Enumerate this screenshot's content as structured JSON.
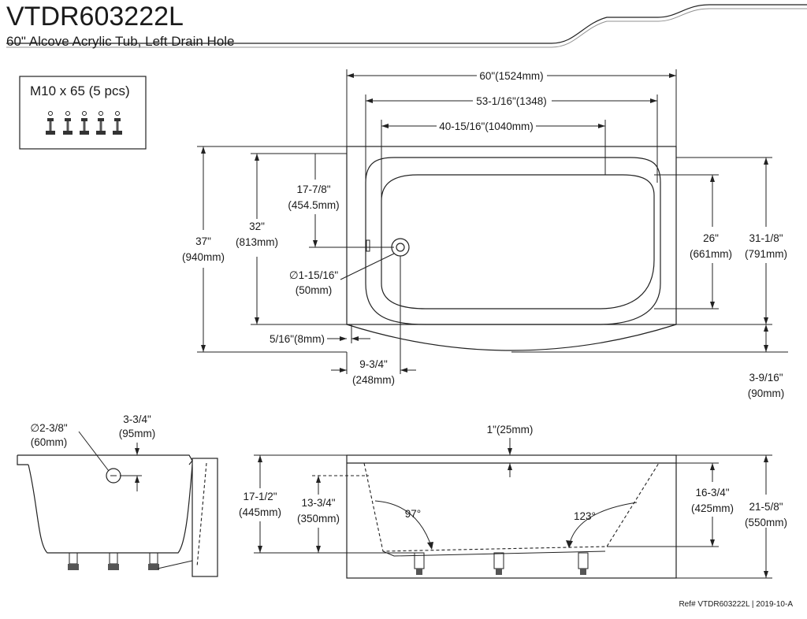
{
  "header": {
    "model": "VTDR603222L",
    "description": "60\" Alcove Acrylic Tub, Left Drain Hole"
  },
  "hardware_box": {
    "label": "M10 x 65 (5 pcs)",
    "count": 5
  },
  "top_view": {
    "overall_length": "60\"(1524mm)",
    "rim_length": "53-1/16\"(1348)",
    "basin_length": "40-15/16\"(1040mm)",
    "drain_offset": [
      "17-7/8\"",
      "(454.5mm)"
    ],
    "overall_width": [
      "37\"",
      "(940mm)"
    ],
    "rim_width": [
      "32\"",
      "(813mm)"
    ],
    "drain_diameter": [
      "∅1-15/16\"",
      "(50mm)"
    ],
    "flange": "5/16\"(8mm)",
    "drain_to_wall": [
      "9-3/4\"",
      "(248mm)"
    ],
    "basin_width": [
      "26\"",
      "(661mm)"
    ],
    "inner_width": [
      "31-1/8\"",
      "(791mm)"
    ],
    "apron_bulge": [
      "3-9/16\"",
      "(90mm)"
    ]
  },
  "side_view": {
    "overflow_diameter": [
      "∅2-3/8\"",
      "(60mm)"
    ],
    "overflow_from_top": [
      "3-3/4\"",
      "(95mm)"
    ]
  },
  "front_view": {
    "rim_thickness": "1\"(25mm)",
    "total_depth": [
      "17-1/2\"",
      "(445mm)"
    ],
    "water_depth": [
      "13-3/4\"",
      "(350mm)"
    ],
    "left_angle": "97°",
    "right_angle": "123°",
    "inner_depth": [
      "16-3/4\"",
      "(425mm)"
    ],
    "overall_height": [
      "21-5/8\"",
      "(550mm)"
    ]
  },
  "footer": {
    "reference": "Ref# VTDR603222L  |  2019-10-A"
  }
}
